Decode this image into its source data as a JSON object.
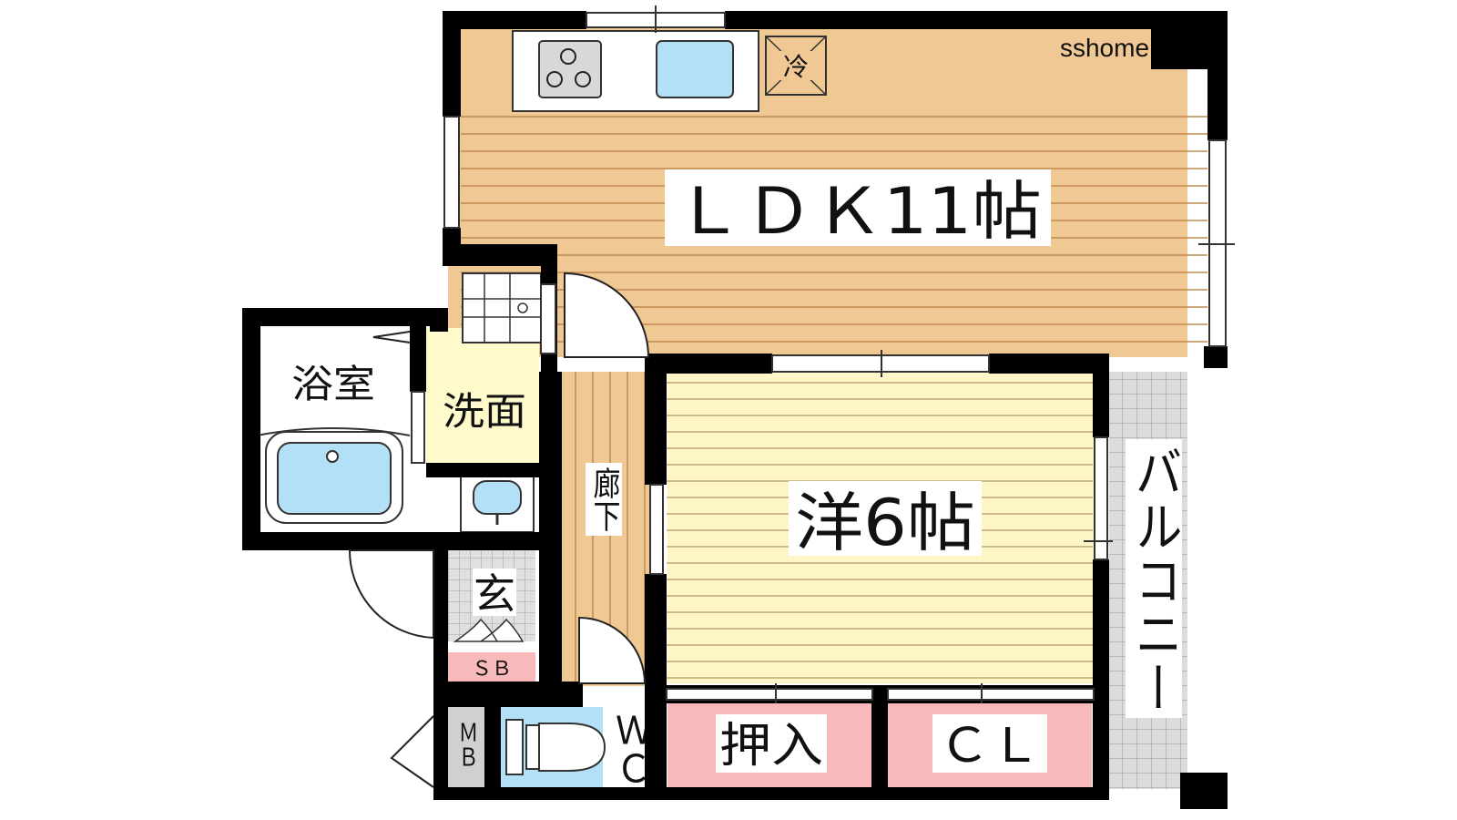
{
  "watermark": "sshome",
  "rooms": {
    "ldk": "ＬＤＫ11帖",
    "western": "洋6帖",
    "balcony": "バルコニー",
    "bath": "浴室",
    "washroom": "洗面",
    "corridor": "廊下",
    "entrance": "玄",
    "shoe_box": "ＳＢ",
    "meter_box": "ＭＢ",
    "wc": "ＷＣ",
    "closet_push": "押入",
    "closet": "ＣＬ",
    "fridge": "冷"
  },
  "colors": {
    "wall": "#000000",
    "wood_floor": "#f0c894",
    "western_floor": "#fff6c8",
    "washroom_floor": "#fffacc",
    "closet_fill": "#f7b9b9",
    "balcony_tile": "#d9d9d9",
    "fixture_blue": "#b3e0f7",
    "floor_line": "#c08a50"
  }
}
